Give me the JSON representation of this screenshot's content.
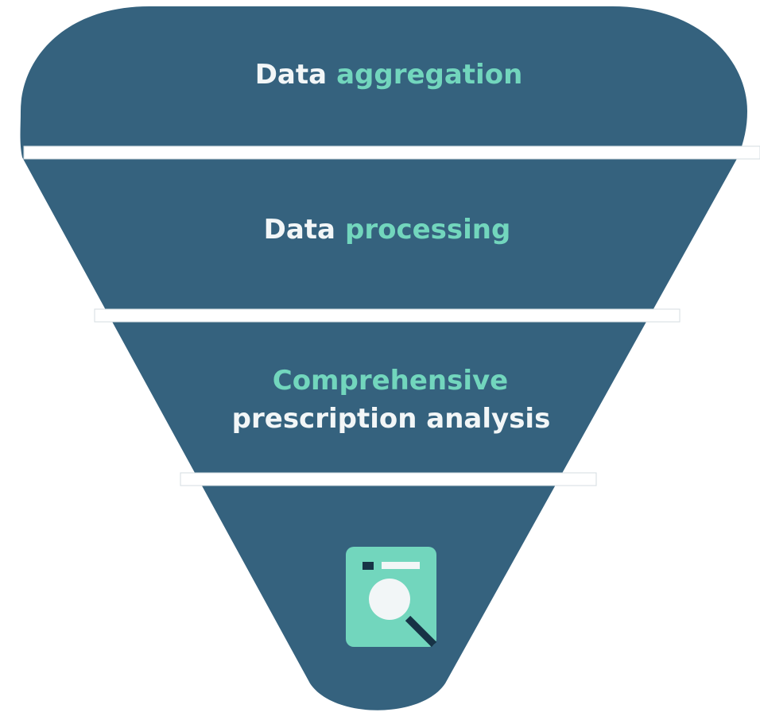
{
  "funnel": {
    "colors": {
      "body": "#35627e",
      "accent": "#72d6bd",
      "text": "#f2f6f7",
      "divider": "#ffffff",
      "icon_dark": "#173346"
    },
    "stages": [
      {
        "part1": "Data",
        "part2": "aggregation"
      },
      {
        "part1": "Data",
        "part2": "processing"
      },
      {
        "line1": "Comprehensive",
        "line2": "prescription analysis"
      }
    ],
    "bottom_icon": "document-search-icon"
  }
}
